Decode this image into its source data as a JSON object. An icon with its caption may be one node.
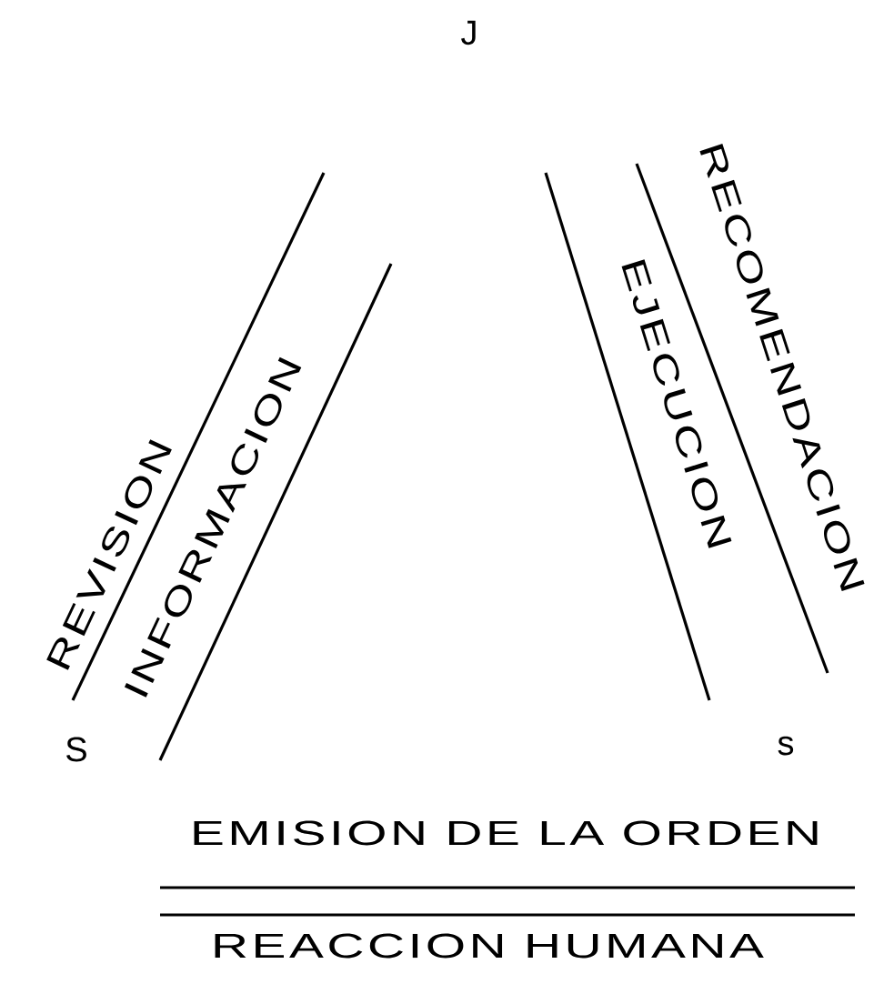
{
  "diagram": {
    "labels": [
      "J",
      "REVISION",
      "INFORMACION",
      "EJECUCION",
      "RECOMENDACION",
      "S",
      "s",
      "EMISION DE LA ORDEN",
      "REACCION HUMANA"
    ]
  }
}
